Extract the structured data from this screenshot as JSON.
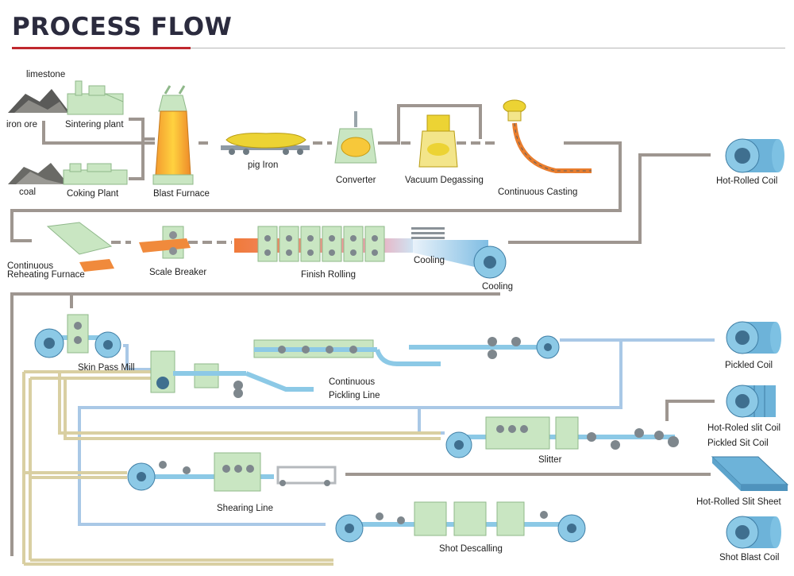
{
  "title": "PROCESS FLOW",
  "colors": {
    "flow_grey": "#9e9690",
    "flow_blue": "#a9c8e6",
    "flow_tan": "#d9cfa2",
    "steel_blue": "#6db3d9",
    "machine_green": "#c9e6c2",
    "hot_orange": "#ee8a3e",
    "accent_red": "#c0282e"
  },
  "labels": {
    "limestone": "limestone",
    "iron_ore": "iron ore",
    "sintering_plant": "Sintering plant",
    "coal": "coal",
    "coking_plant": "Coking Plant",
    "blast_furnace": "Blast Furnace",
    "pig_iron": "pig Iron",
    "converter": "Converter",
    "vacuum_degassing": "Vacuum Degassing",
    "continuous_casting": "Continuous Casting",
    "hot_rolled_coil": "Hot-Rolled Coil",
    "reheating_line1": "Continuous",
    "reheating_line2": "Reheating Furnace",
    "scale_breaker": "Scale Breaker",
    "finish_rolling": "Finish Rolling",
    "cooling_spray": "Cooling",
    "cooling_coil": "Cooling",
    "skin_pass_mill": "Skin Pass Mill",
    "pickling_line1": "Continuous",
    "pickling_line2": "Pickling Line",
    "pickled_coil": "Pickled Coil",
    "hot_roled_slit_coil": "Hot-Roled slit Coil",
    "pickled_sit_coil": "Pickled Sit Coil",
    "slitter": "Slitter",
    "shearing_line": "Shearing Line",
    "hot_rolled_slit_sheet": "Hot-Rolled Slit Sheet",
    "shot_descalling": "Shot Descalling",
    "shot_blast_coil": "Shot Blast Coil"
  }
}
